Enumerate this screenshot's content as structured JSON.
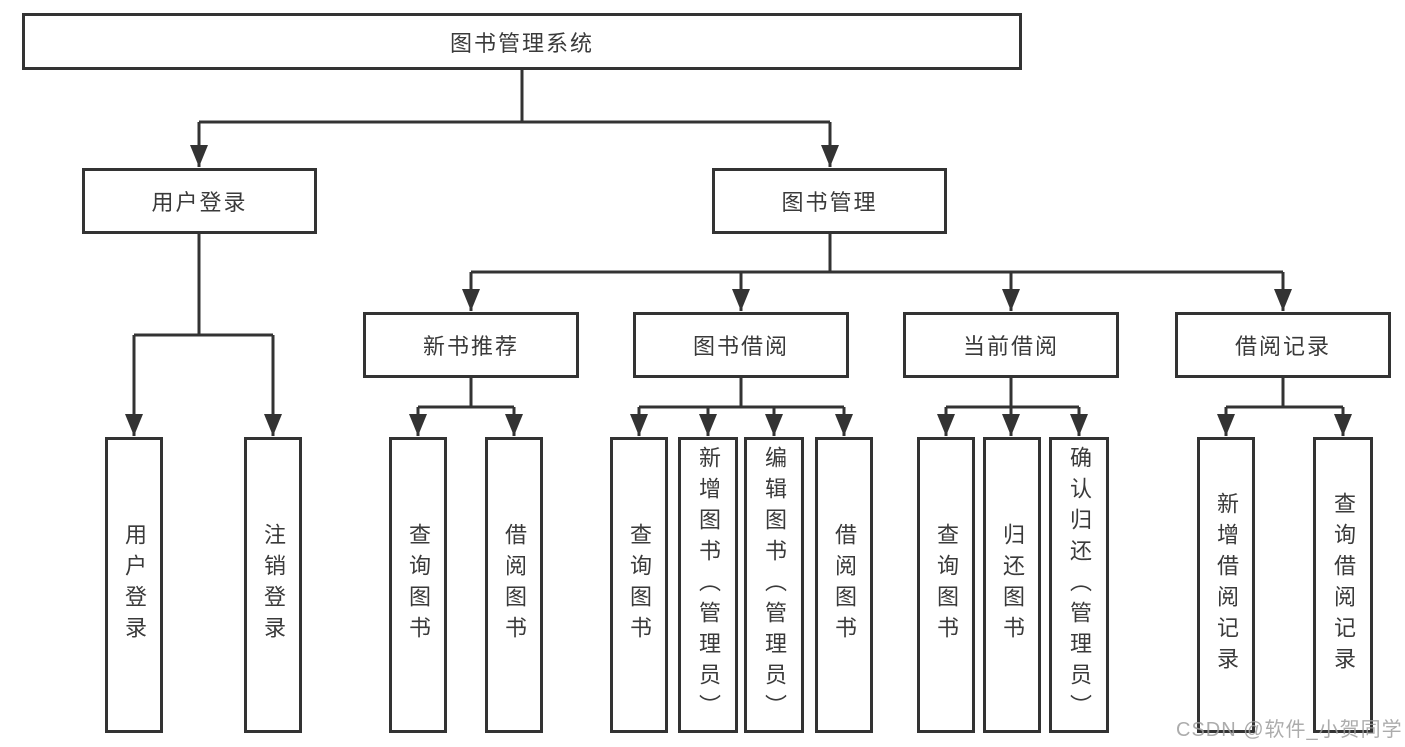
{
  "colors": {
    "line": "#333333",
    "text": "#3a3a3a",
    "background": "#ffffff",
    "watermark": "#9e9e9e"
  },
  "tree": {
    "id": "root",
    "label": "图书管理系统",
    "children": [
      {
        "id": "user-login",
        "label": "用户登录",
        "children": [
          {
            "id": "user-login-leaf",
            "label": "用户登录"
          },
          {
            "id": "logout-leaf",
            "label": "注销登录"
          }
        ]
      },
      {
        "id": "book-management",
        "label": "图书管理",
        "children": [
          {
            "id": "new-book-recommend",
            "label": "新书推荐",
            "children": [
              {
                "id": "query-books",
                "label": "查询图书"
              },
              {
                "id": "borrow-books",
                "label": "借阅图书"
              }
            ]
          },
          {
            "id": "book-borrowing",
            "label": "图书借阅",
            "children": [
              {
                "id": "query-books",
                "label": "查询图书"
              },
              {
                "id": "add-books-admin",
                "label": "新增图书（管理员）"
              },
              {
                "id": "edit-books-admin",
                "label": "编辑图书（管理员）"
              },
              {
                "id": "borrow-books",
                "label": "借阅图书"
              }
            ]
          },
          {
            "id": "current-borrowing",
            "label": "当前借阅",
            "children": [
              {
                "id": "query-books",
                "label": "查询图书"
              },
              {
                "id": "return-books",
                "label": "归还图书"
              },
              {
                "id": "confirm-return-admin",
                "label": "确认归还（管理员）"
              }
            ]
          },
          {
            "id": "borrowing-records",
            "label": "借阅记录",
            "children": [
              {
                "id": "add-borrow-record",
                "label": "新增借阅记录"
              },
              {
                "id": "query-borrow-record",
                "label": "查询借阅记录"
              }
            ]
          }
        ]
      }
    ]
  },
  "watermark": {
    "text": "CSDN @软件_小贺同学"
  }
}
